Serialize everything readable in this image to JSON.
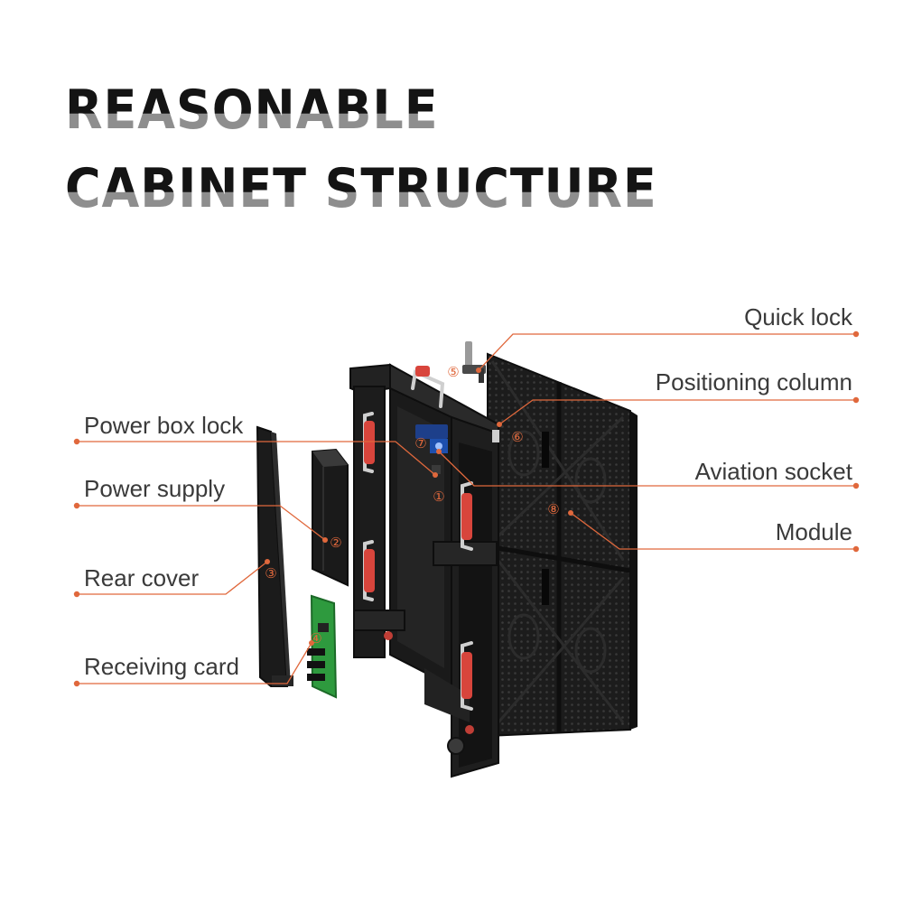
{
  "title": {
    "line1": "REASONABLE",
    "line2": "CABINET STRUCTURE"
  },
  "callouts": [
    {
      "number": "①",
      "label": "Power box lock"
    },
    {
      "number": "②",
      "label": "Power supply"
    },
    {
      "number": "③",
      "label": "Rear cover"
    },
    {
      "number": "④",
      "label": "Receiving card"
    },
    {
      "number": "⑤",
      "label": "Quick lock"
    },
    {
      "number": "⑥",
      "label": "Positioning column"
    },
    {
      "number": "⑦",
      "label": "Aviation socket"
    },
    {
      "number": "⑧",
      "label": "Module"
    }
  ],
  "colors": {
    "accent": "#e0683c",
    "title": "#141414",
    "label": "#3a3a3a",
    "cabinet": "#1a1a1a",
    "handle": "#d8453c",
    "card": "#2e9a3e"
  }
}
